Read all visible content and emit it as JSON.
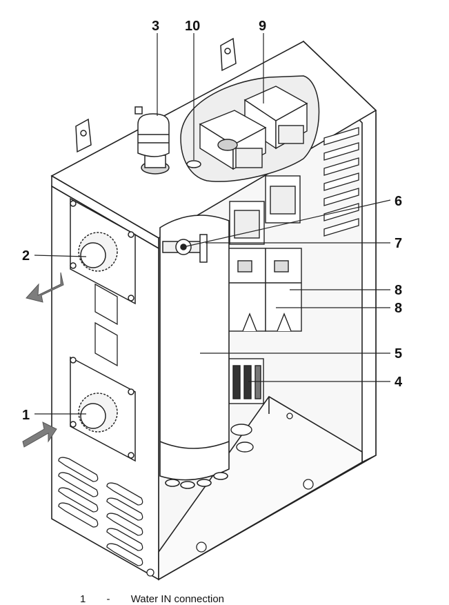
{
  "callouts": {
    "c1": "1",
    "c2": "2",
    "c3": "3",
    "c4": "4",
    "c5": "5",
    "c6": "6",
    "c7": "7",
    "c8a": "8",
    "c8b": "8",
    "c9": "9",
    "c10": "10"
  },
  "caption": {
    "number": "1",
    "dash": "-",
    "text": "Water IN connection"
  },
  "colors": {
    "line": "#222222",
    "fill": "#ffffff",
    "shade": "#e4e4e4",
    "dark_shade": "#9c9c9c",
    "arrow": "#7d7d7d"
  }
}
